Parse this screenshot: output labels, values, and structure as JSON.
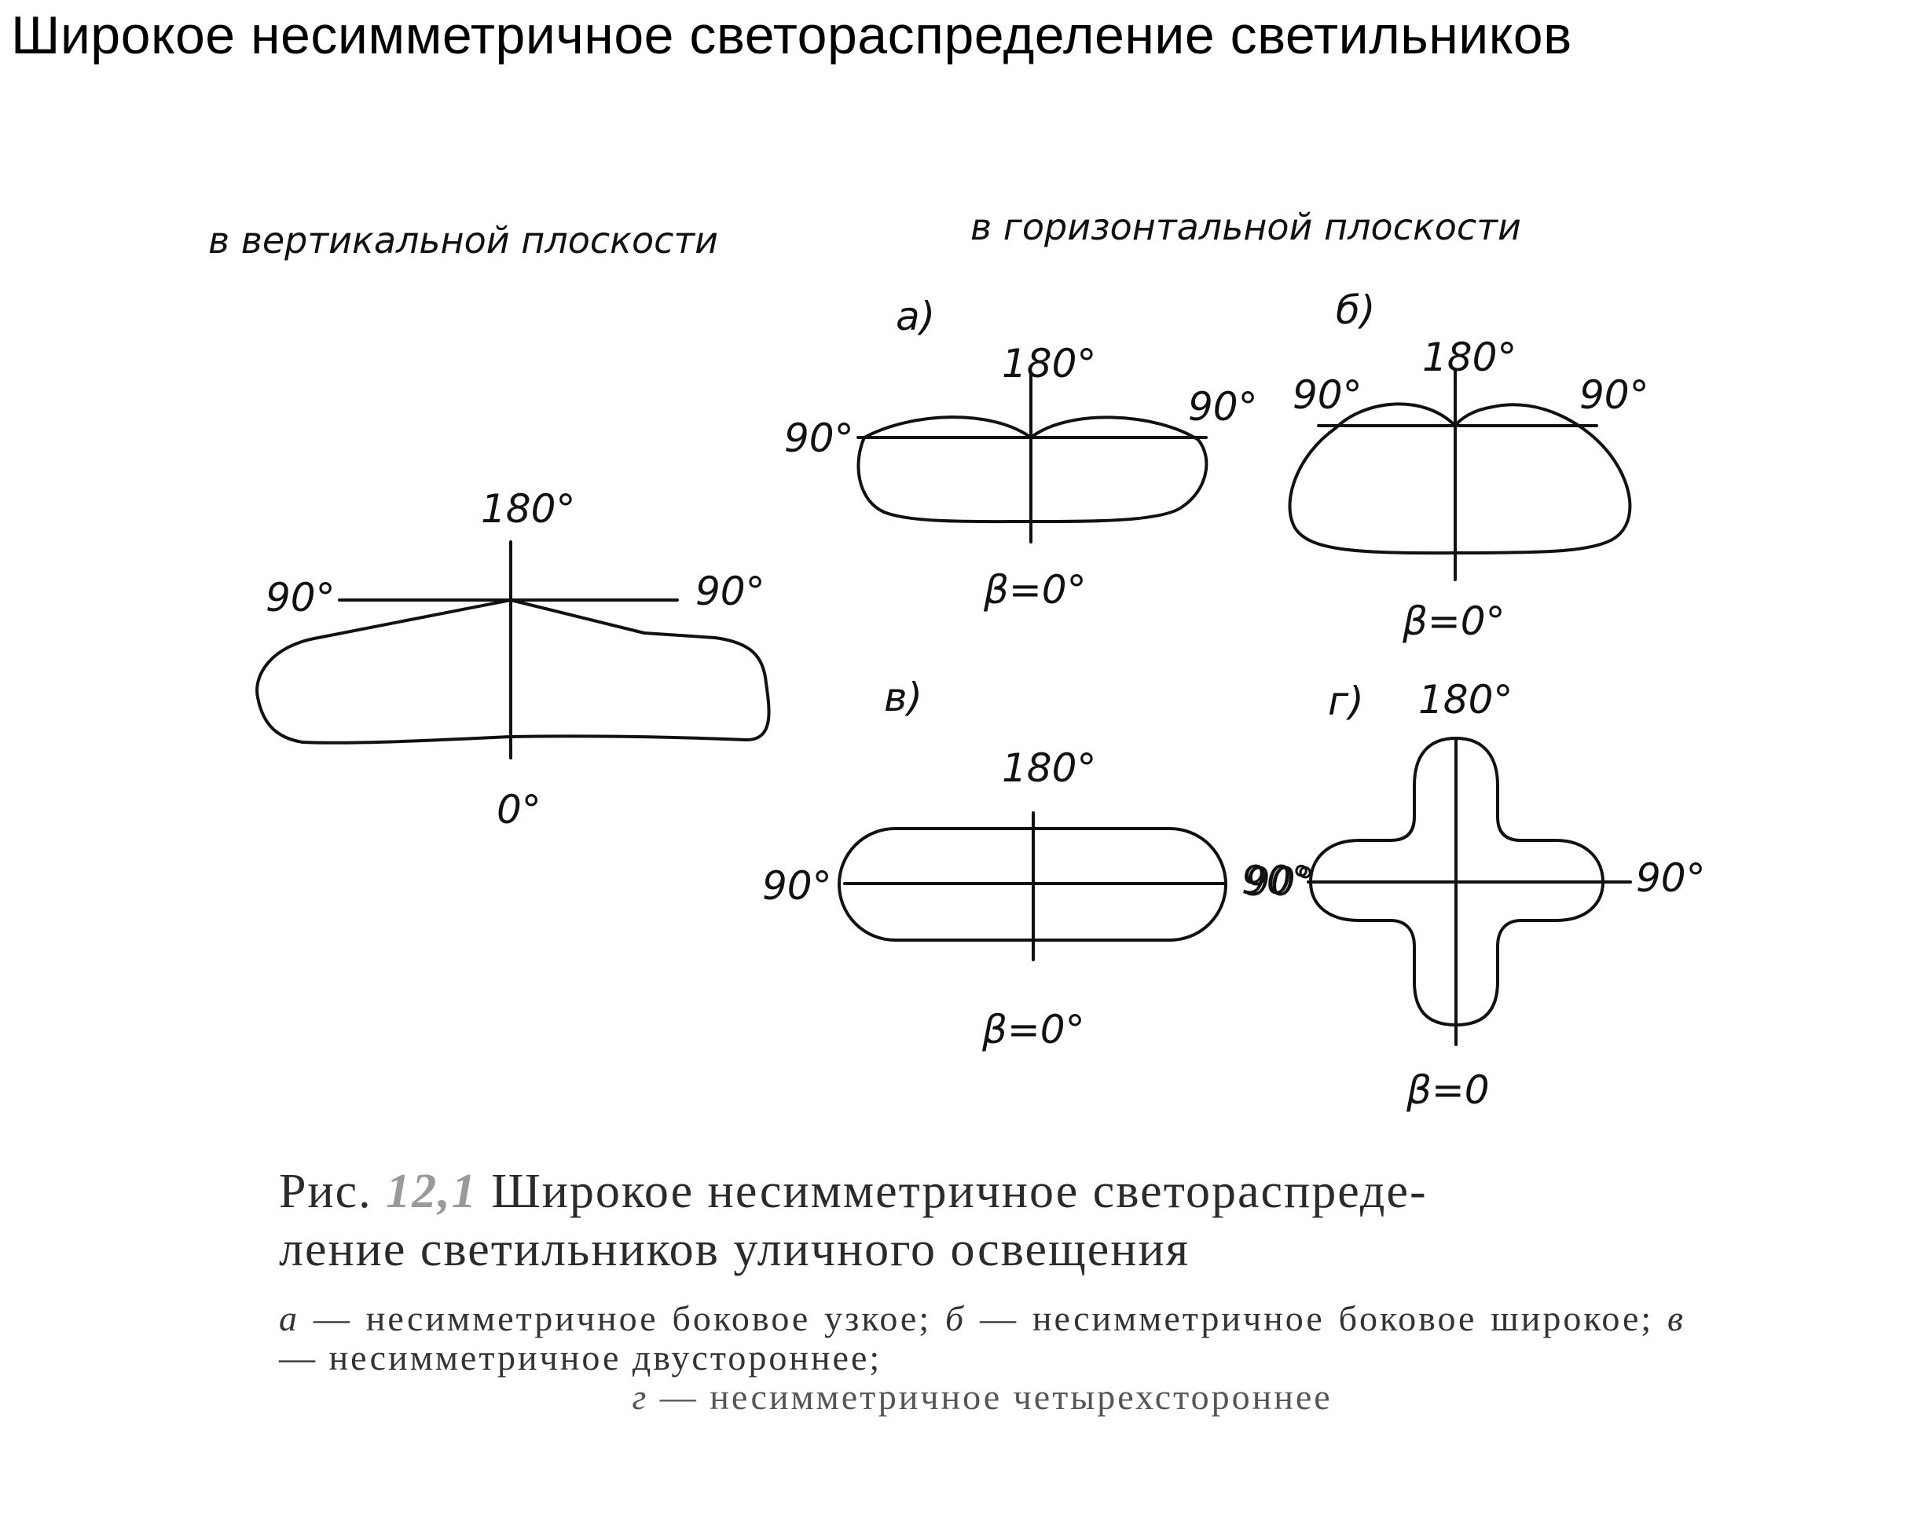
{
  "page_title": "Широкое несимметричное светораспределение светильников",
  "headings": {
    "vertical": "в вертикальной плоскости",
    "horizontal": "в горизонтальной плоскости"
  },
  "vertical_diagram": {
    "top": "180°",
    "left": "90°",
    "right": "90°",
    "bottom": "0°"
  },
  "diagrams": {
    "a": {
      "letter": "а)",
      "top": "180°",
      "left": "90°",
      "right": "90°",
      "bottom": "β=0°"
    },
    "b": {
      "letter": "б)",
      "top": "180°",
      "left": "90°",
      "right": "90°",
      "bottom": "β=0°"
    },
    "v": {
      "letter": "в)",
      "top": "180°",
      "left": "90°",
      "right": "90°",
      "bottom": "β=0°"
    },
    "g": {
      "letter": "г)",
      "top": "180°",
      "left": "90°",
      "right": "90°",
      "bottom": "β=0"
    }
  },
  "caption": {
    "prefix": "Рис.",
    "number": "12,1",
    "line1": "Широкое несимметричное светораспреде-",
    "line2": "ление светильников уличного освещения",
    "legend_a_letter": "а",
    "legend_a_text": " — несимметричное боковое узкое; ",
    "legend_b_letter": "б",
    "legend_b_text": " — несимметричное боковое широкое; ",
    "legend_v_letter": "в",
    "legend_v_text": " — несимметричное двустороннее;",
    "legend_g_letter": "г",
    "legend_g_text": " — несимметричное четырехстороннее"
  }
}
